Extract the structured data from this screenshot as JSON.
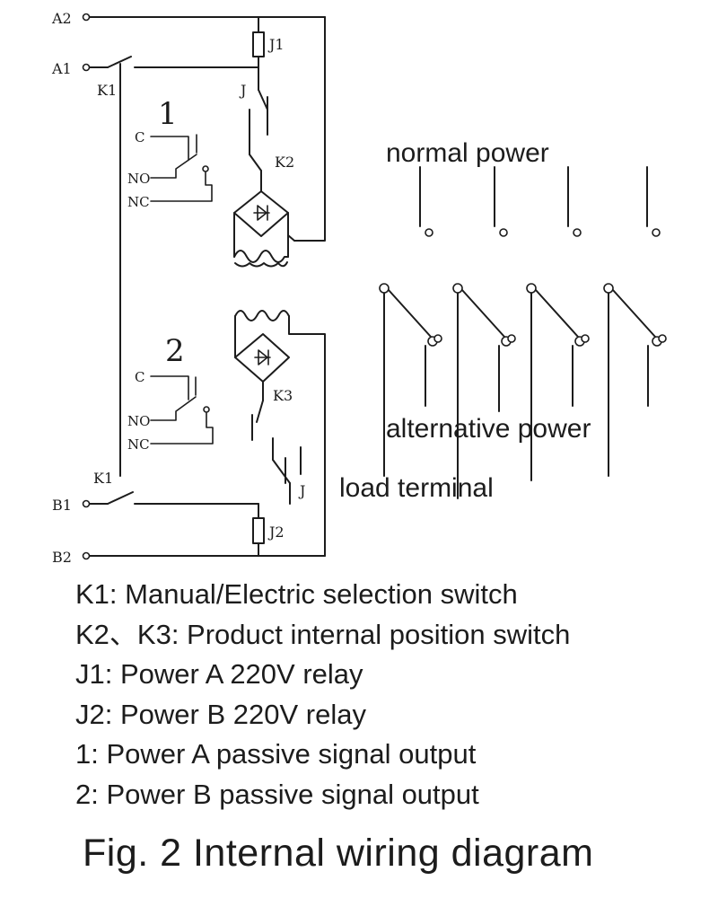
{
  "diagram": {
    "terminals": {
      "a2": "A2",
      "a1": "A1",
      "b1": "B1",
      "b2": "B2"
    },
    "switches": {
      "k1_top": "K1",
      "k1_bottom": "K1",
      "k2": "K2",
      "k3": "K3"
    },
    "relays": {
      "j1": "J1",
      "j2": "J2",
      "j_contact_top": "J",
      "j_contact_bottom": "J"
    },
    "signal_outputs": [
      {
        "number": "1",
        "common": "C",
        "no": "NO",
        "nc": "NC"
      },
      {
        "number": "2",
        "common": "C",
        "no": "NO",
        "nc": "NC"
      }
    ],
    "side_labels": {
      "normal_power": "normal power",
      "alternative_power": "alternative power",
      "load_terminal": "load terminal"
    }
  },
  "legend": [
    "K1: Manual/Electric selection switch",
    "K2、K3: Product internal position switch",
    "J1: Power A 220V relay",
    "J2: Power B 220V relay",
    "1: Power A passive signal output",
    "2: Power B passive signal output"
  ],
  "caption": "Fig. 2 Internal wiring diagram"
}
